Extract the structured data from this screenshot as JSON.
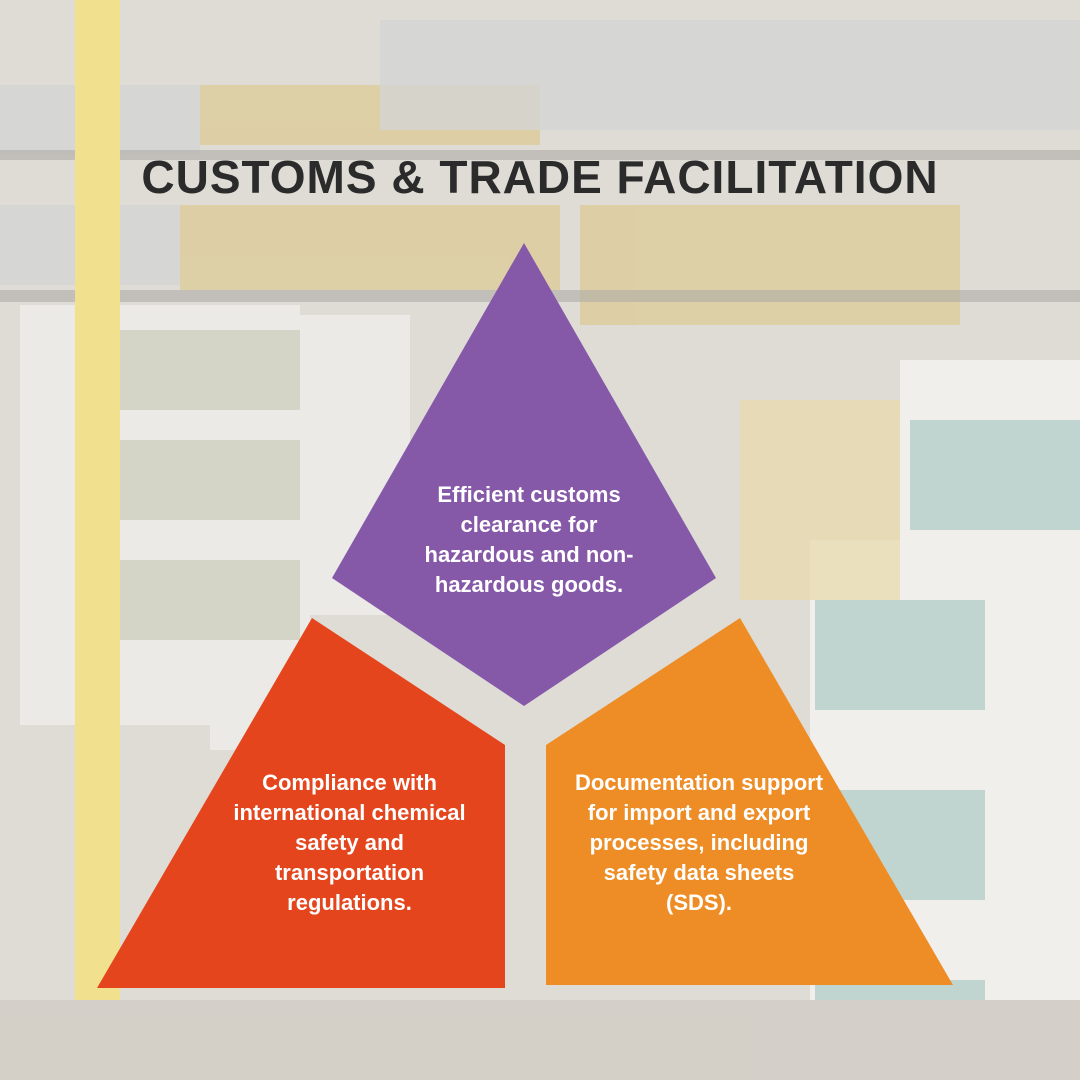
{
  "title": "CUSTOMS & TRADE FACILITATION",
  "colors": {
    "purple": "#8559a8",
    "red": "#e4451c",
    "orange": "#ee8d26",
    "title": "#2b2b2b"
  },
  "items": [
    {
      "text": "Efficient customs clearance for hazardous and non-hazardous goods."
    },
    {
      "text": "Compliance with international chemical safety and transportation regulations."
    },
    {
      "text": "Documentation support for import and export processes, including safety data sheets (SDS)."
    }
  ]
}
